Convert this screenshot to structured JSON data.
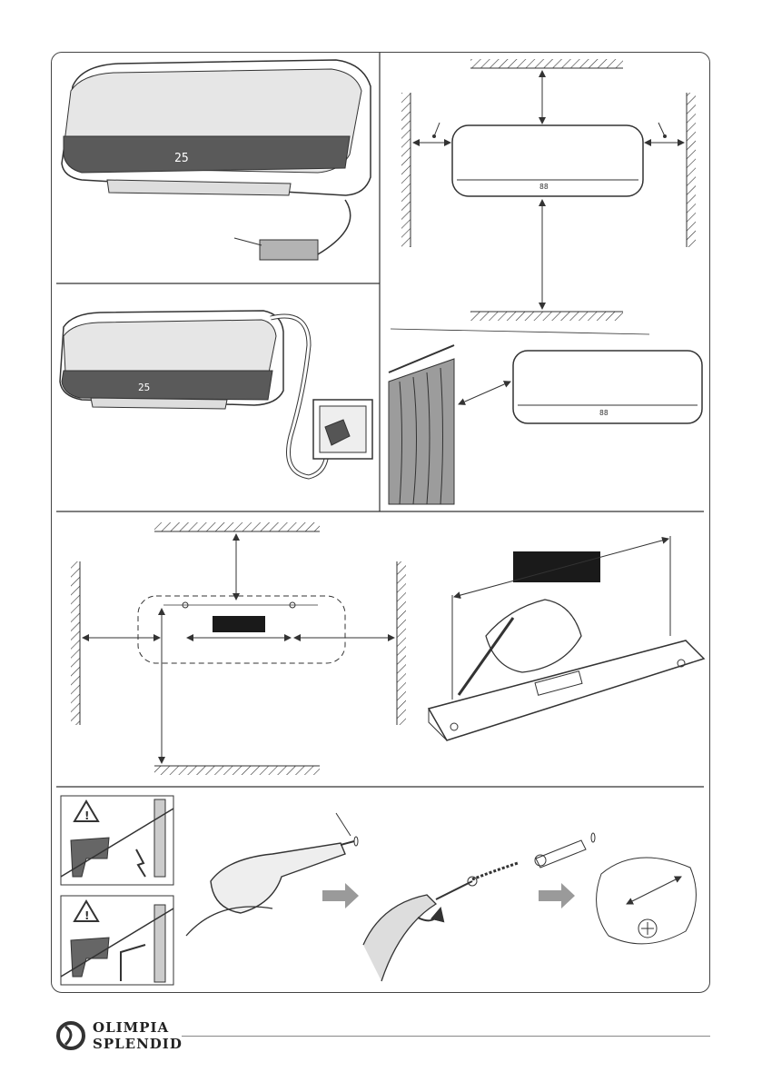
{
  "page": {
    "brand": {
      "line1": "OLIMPIA",
      "line2": "SPLENDID",
      "logo_icon": "olimpia-splendid-logo-icon"
    }
  },
  "heater_display": {
    "temperature": "25",
    "digits_small": "88"
  },
  "colors": {
    "line": "#333333",
    "label_box_grey": "#b3b3b3",
    "label_box_black": "#1a1a1a",
    "arrow_grey": "#9a9a9a"
  }
}
